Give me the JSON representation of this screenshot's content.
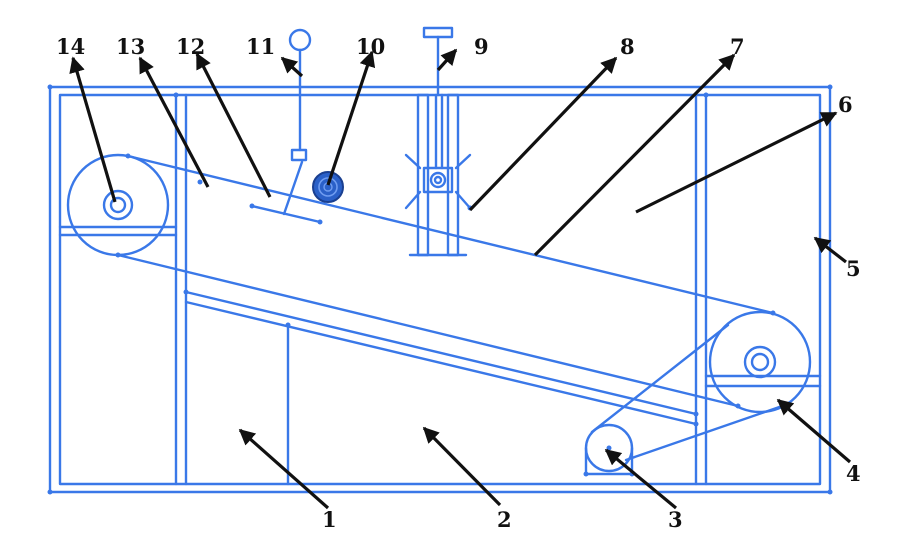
{
  "colors": {
    "line": "#3a78e8",
    "arrow": "#111111",
    "background": "#ffffff"
  },
  "labels": {
    "l1": "1",
    "l2": "2",
    "l3": "3",
    "l4": "4",
    "l5": "5",
    "l6": "6",
    "l7": "7",
    "l8": "8",
    "l9": "9",
    "l10": "10",
    "l11": "11",
    "l12": "12",
    "l13": "13",
    "l14": "14"
  }
}
